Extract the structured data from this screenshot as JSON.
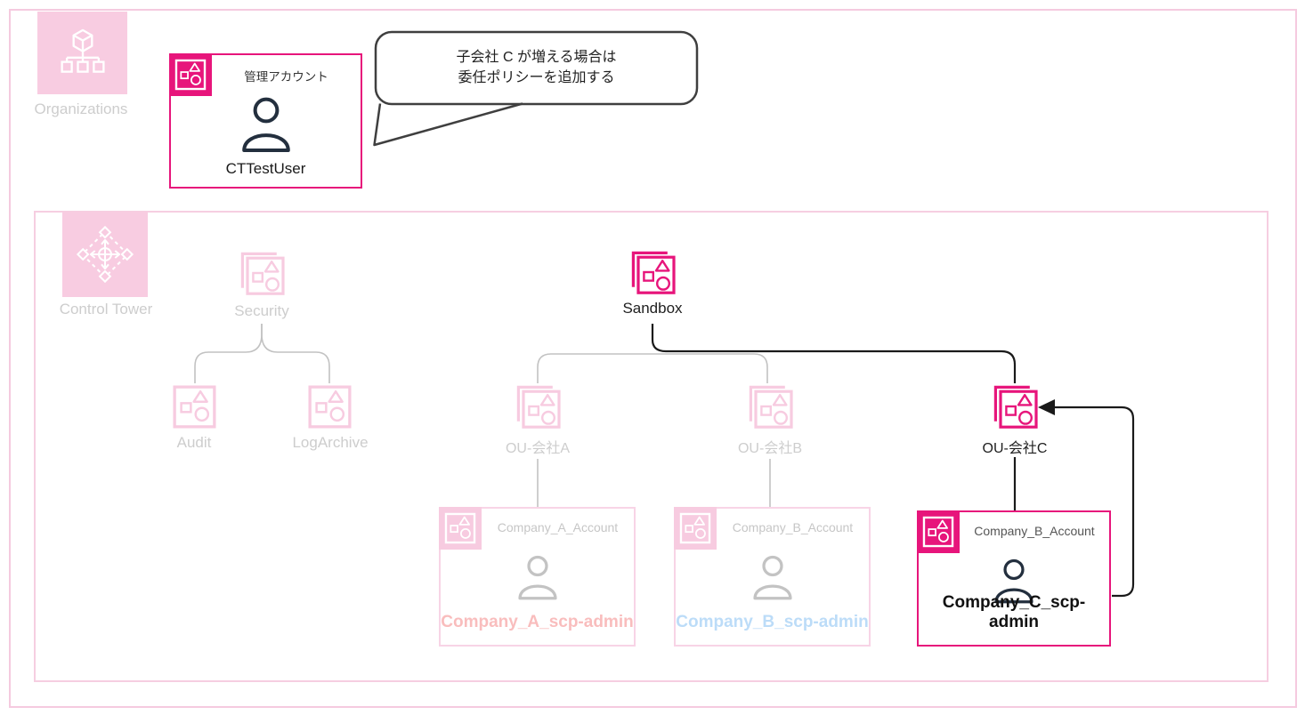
{
  "organizations": {
    "label": "Organizations"
  },
  "control_tower": {
    "label": "Control Tower"
  },
  "management_account": {
    "title": "管理アカウント",
    "user": "CTTestUser"
  },
  "callout": {
    "line1": "子会社 C が増える場合は",
    "line2": "委任ポリシーを追加する"
  },
  "ous": {
    "security": {
      "label": "Security"
    },
    "audit": {
      "label": "Audit"
    },
    "log_archive": {
      "label": "LogArchive"
    },
    "sandbox": {
      "label": "Sandbox"
    },
    "ou_a": {
      "label": "OU-会社A"
    },
    "ou_b": {
      "label": "OU-会社B"
    },
    "ou_c": {
      "label": "OU-会社C"
    }
  },
  "accounts": {
    "a": {
      "title": "Company_A_Account",
      "user": "Company_A_scp-admin"
    },
    "b": {
      "title": "Company_B_Account",
      "user": "Company_B_scp-admin"
    },
    "c": {
      "title": "Company_B_Account",
      "user": "Company_C_scp-admin"
    }
  },
  "colors": {
    "brand_pink": "#E7157B",
    "faded_pink": "#F7CBE0",
    "frame_pink": "#F5CADF",
    "connector_gray": "#C2C2C2",
    "connector_black": "#1A1A1A",
    "label_muted": "#CDCDCD",
    "label_dark": "#1F1F1F",
    "person_navy": "#232F3E",
    "scp_admin_a_text": "#F9BDBD",
    "scp_admin_b_text": "#BCDCF8",
    "scp_admin_c_text": "#111111",
    "account_c_title_gray": "#555555"
  }
}
